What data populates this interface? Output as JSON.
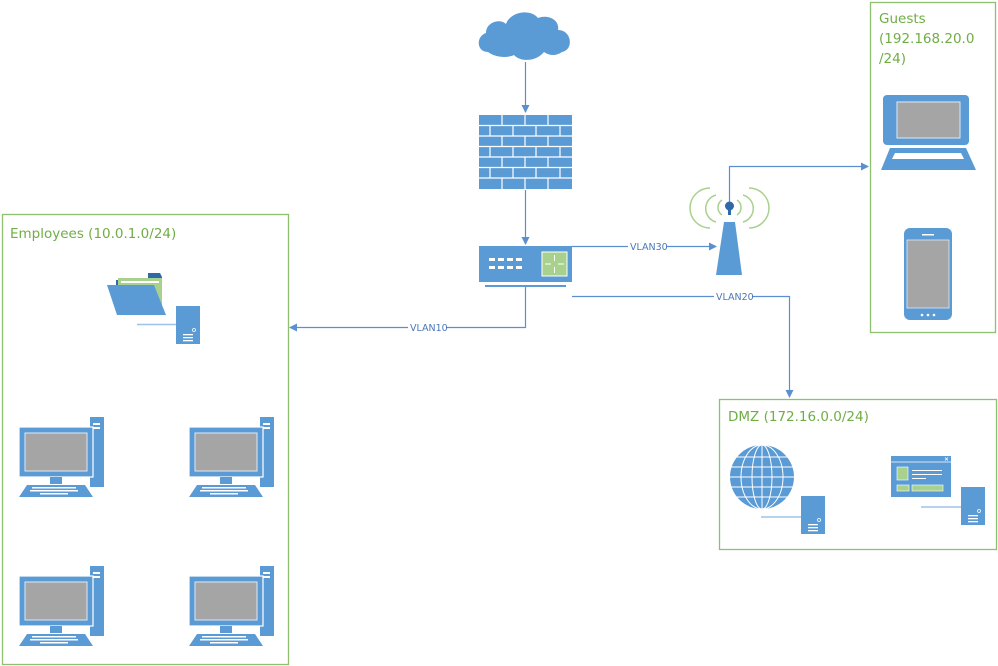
{
  "title": "Network diagram",
  "colors": {
    "device_blue": "#5b9bd5",
    "device_dark_blue": "#2e6aa8",
    "screen_gray": "#a5a5a5",
    "accent_green": "#a9d18e",
    "zone_border": "#8fc070",
    "zone_label": "#70ad47",
    "connector": "#5b8fcf"
  },
  "nodes": {
    "internet": {
      "label": "Internet",
      "icon": "cloud-icon"
    },
    "firewall": {
      "label": "Firewall",
      "icon": "firewall-icon"
    },
    "switch": {
      "label": "Layer 3 switch",
      "icon": "switch-icon"
    },
    "access_point": {
      "label": "Wireless access point",
      "icon": "wireless-access-point-icon"
    }
  },
  "zones": {
    "employees": {
      "label": "Employees (10.0.1.0/24)",
      "devices": [
        {
          "name": "file-server",
          "icon": "file-server-icon"
        },
        {
          "name": "workstation-1",
          "icon": "desktop-computer-icon"
        },
        {
          "name": "workstation-2",
          "icon": "desktop-computer-icon"
        },
        {
          "name": "workstation-3",
          "icon": "desktop-computer-icon"
        },
        {
          "name": "workstation-4",
          "icon": "desktop-computer-icon"
        }
      ]
    },
    "guests": {
      "label_line1": "Guests",
      "label_line2": "(192.168.20.0",
      "label_line3": "/24)",
      "devices": [
        {
          "name": "laptop",
          "icon": "laptop-icon"
        },
        {
          "name": "smartphone",
          "icon": "smartphone-icon"
        }
      ]
    },
    "dmz": {
      "label": "DMZ (172.16.0.0/24)",
      "devices": [
        {
          "name": "web-server",
          "icon": "web-server-icon"
        },
        {
          "name": "application-server",
          "icon": "application-server-icon"
        }
      ]
    }
  },
  "edges": {
    "vlan10": "VLAN10",
    "vlan20": "VLAN20",
    "vlan30": "VLAN30"
  }
}
